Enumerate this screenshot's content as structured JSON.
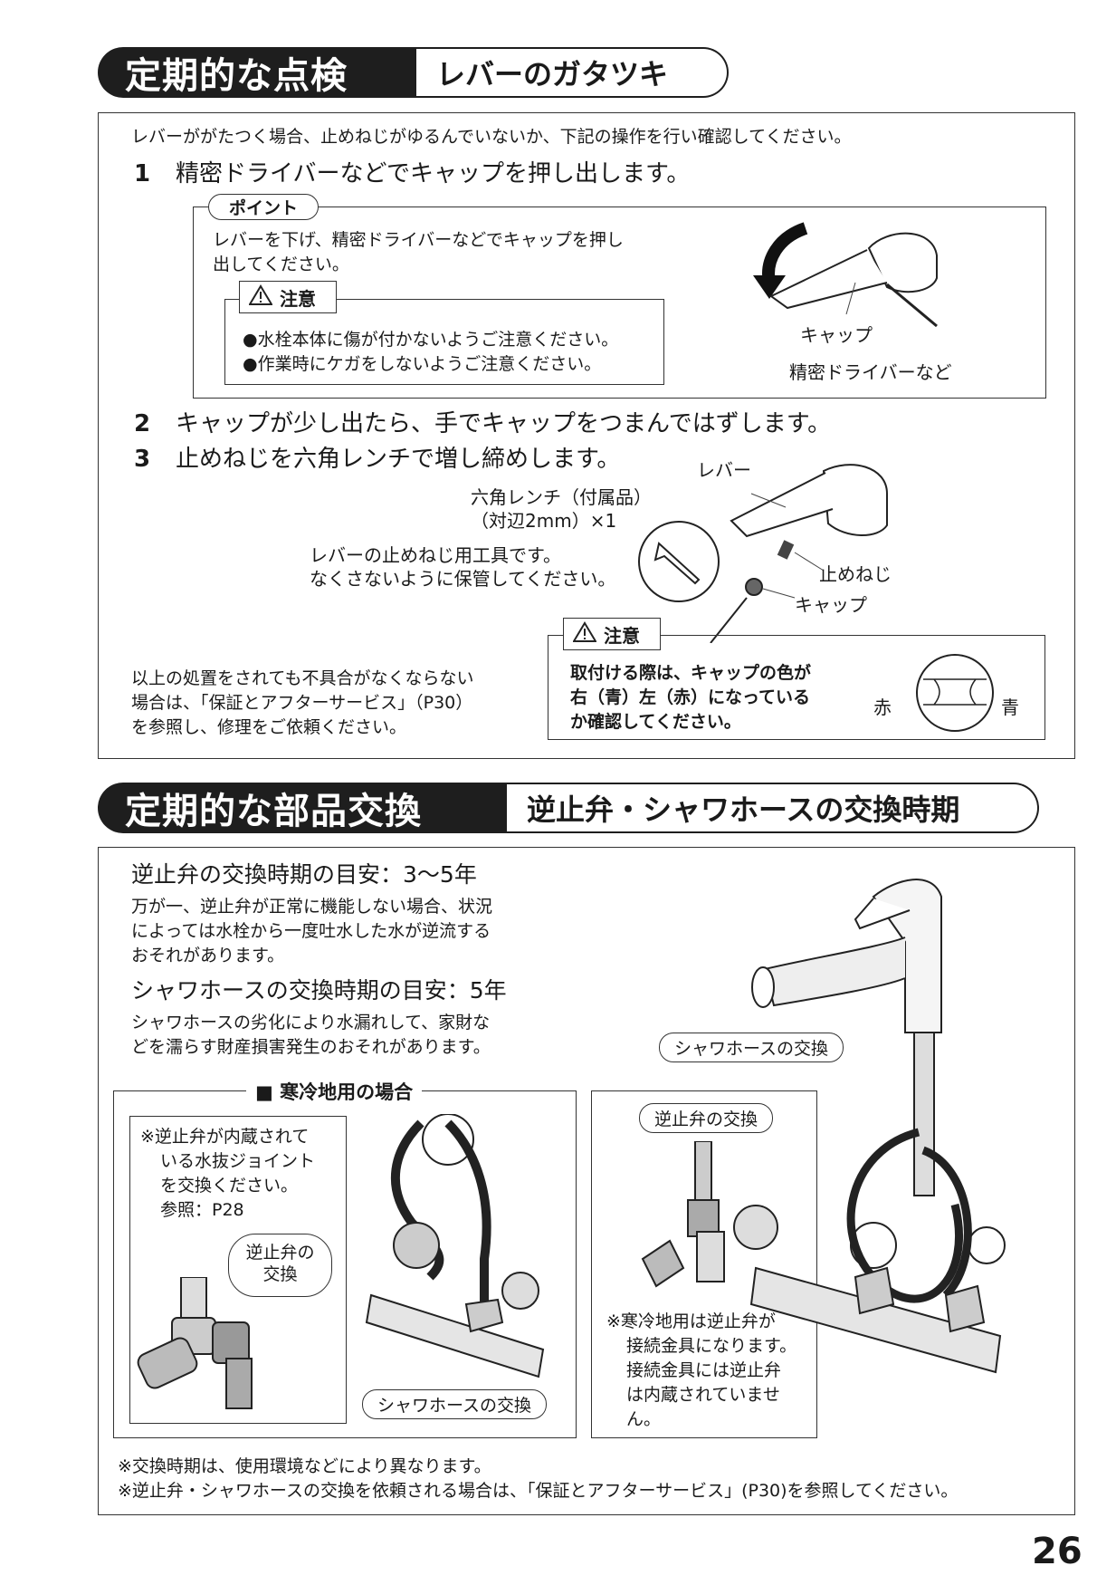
{
  "section1": {
    "title": "定期的な点検",
    "subtitle": "レバーのガタツキ",
    "intro": "レバーががたつく場合、止めねじがゆるんでいないか、下記の操作を行い確認してください。",
    "steps": [
      {
        "num": "1",
        "text": "精密ドライバーなどでキャップを押し出します。"
      },
      {
        "num": "2",
        "text": "キャップが少し出たら、手でキャップをつまんではずします。"
      },
      {
        "num": "3",
        "text": "止めねじを六角レンチで増し締めします。"
      }
    ],
    "point": {
      "tag": "ポイント",
      "text_line1": "レバーを下げ、精密ドライバーなどでキャップを押し",
      "text_line2": "出してください。",
      "caution_label": "注意",
      "caution_line1": "●水栓本体に傷が付かないようご注意ください。",
      "caution_line2": "●作業時にケガをしないようご注意ください。",
      "fig_label_cap": "キャップ",
      "fig_label_driver": "精密ドライバーなど"
    },
    "fig3": {
      "label_lever": "レバー",
      "label_wrench_1": "六角レンチ（付属品）",
      "label_wrench_2": "（対辺2mm）×1",
      "label_tool_1": "レバーの止めねじ用工具です。",
      "label_tool_2": "なくさないように保管してください。",
      "label_screw": "止めねじ",
      "label_cap": "キャップ"
    },
    "caution2": {
      "label": "注意",
      "line1": "取付ける際は、キャップの色が",
      "line2": "右（青）左（赤）になっている",
      "line3": "か確認してください。",
      "red": "赤",
      "blue": "青"
    },
    "note_line1": "以上の処置をされても不具合がなくならない",
    "note_line2": "場合は、「保証とアフターサービス」（P30）",
    "note_line3": "を参照し、修理をご依頼ください。"
  },
  "section2": {
    "title": "定期的な部品交換",
    "subtitle": "逆止弁・シャワホースの交換時期",
    "check_valve_heading": "逆止弁の交換時期の目安：3〜5年",
    "check_valve_line1": "万が一、逆止弁が正常に機能しない場合、状況",
    "check_valve_line2": "によっては水栓から一度吐水した水が逆流する",
    "check_valve_line3": "おそれがあります。",
    "hose_heading": "シャワホースの交換時期の目安：5年",
    "hose_line1": "シャワホースの劣化により水漏れして、家財な",
    "hose_line2": "どを濡らす財産損害発生のおそれがあります。",
    "cold_title": "■ 寒冷地用の場合",
    "cold_note_1": "※逆止弁が内蔵されて",
    "cold_note_2": "いる水抜ジョイント",
    "cold_note_3": "を交換ください。",
    "cold_note_4": "参照：P28",
    "bubble_check_1": "逆止弁の",
    "bubble_check_2": "交換",
    "pill_hose": "シャワホースの交換",
    "pill_check": "逆止弁の交換",
    "mid_note_1": "※寒冷地用は逆止弁が",
    "mid_note_2": "接続金具になります。",
    "mid_note_3": "接続金具には逆止弁",
    "mid_note_4": "は内蔵されていませ",
    "mid_note_5": "ん。",
    "foot1": "※交換時期は、使用環境などにより異なります。",
    "foot2": "※逆止弁・シャワホースの交換を依頼される場合は、「保証とアフターサービス」(P30)を参照してください。"
  },
  "page_number": "26"
}
